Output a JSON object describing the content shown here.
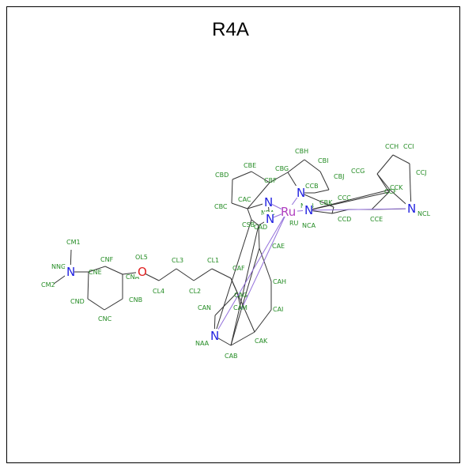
{
  "title": "R4A",
  "colors": {
    "bond": "#333333",
    "nitrogen": "#1f1fe0",
    "oxygen": "#e01f1f",
    "ruthenium": "#b040c0",
    "label": "#228b22",
    "coordination": "#9370db"
  },
  "atoms": [
    {
      "id": "CM1",
      "lbl": "CM1"
    },
    {
      "id": "NNG",
      "lbl": "NNG"
    },
    {
      "id": "CM2",
      "lbl": "CM2"
    },
    {
      "id": "NNGE",
      "el": "N"
    },
    {
      "id": "CNE",
      "lbl": "CNE"
    },
    {
      "id": "CNF",
      "lbl": "CNF"
    },
    {
      "id": "CNA",
      "lbl": "CNA"
    },
    {
      "id": "CNB",
      "lbl": "CNB"
    },
    {
      "id": "CNC",
      "lbl": "CNC"
    },
    {
      "id": "CND",
      "lbl": "CND"
    },
    {
      "id": "OL5",
      "lbl": "OL5",
      "el": "O"
    },
    {
      "id": "CL4",
      "lbl": "CL4"
    },
    {
      "id": "CL3",
      "lbl": "CL3"
    },
    {
      "id": "CL2",
      "lbl": "CL2"
    },
    {
      "id": "CL1",
      "lbl": "CL1"
    },
    {
      "id": "CAF",
      "lbl": "CAF"
    },
    {
      "id": "CAG",
      "lbl": "CAG"
    },
    {
      "id": "CAN",
      "lbl": "CAN"
    },
    {
      "id": "NAA",
      "lbl": "NAA",
      "el": "N"
    },
    {
      "id": "CAB",
      "lbl": "CAB"
    },
    {
      "id": "CAK",
      "lbl": "CAK"
    },
    {
      "id": "CAM",
      "lbl": "CAM"
    },
    {
      "id": "CAI",
      "lbl": "CAI"
    },
    {
      "id": "CAH",
      "lbl": "CAH"
    },
    {
      "id": "CAE",
      "lbl": "CAE"
    },
    {
      "id": "CAD",
      "lbl": "CAD"
    },
    {
      "id": "CSB",
      "lbl": "CSB"
    },
    {
      "id": "CAC",
      "lbl": "CAC"
    },
    {
      "id": "NBA",
      "lbl": "NBA",
      "el": "N"
    },
    {
      "id": "NAC",
      "el": "N"
    },
    {
      "id": "CBC",
      "lbl": "CBC"
    },
    {
      "id": "CBD",
      "lbl": "CBD"
    },
    {
      "id": "CBE",
      "lbl": "CBE"
    },
    {
      "id": "CBF",
      "lbl": "CBF"
    },
    {
      "id": "CBG",
      "lbl": "CBG"
    },
    {
      "id": "CBH",
      "lbl": "CBH"
    },
    {
      "id": "CBI",
      "lbl": "CBI"
    },
    {
      "id": "CBJ",
      "lbl": "CBJ"
    },
    {
      "id": "CCB",
      "lbl": "CCB"
    },
    {
      "id": "NBB",
      "lbl": "NBB",
      "el": "N"
    },
    {
      "id": "CCC",
      "lbl": "CCC"
    },
    {
      "id": "RU",
      "lbl": "RU",
      "el": "Ru"
    },
    {
      "id": "NCA",
      "lbl": "NCA",
      "el": "N"
    },
    {
      "id": "CBK",
      "lbl": "CBK"
    },
    {
      "id": "CCD",
      "lbl": "CCD"
    },
    {
      "id": "CCE",
      "lbl": "CCE"
    },
    {
      "id": "CCG",
      "lbl": "CCG"
    },
    {
      "id": "CCF",
      "lbl": "CCF"
    },
    {
      "id": "CCH",
      "lbl": "CCH"
    },
    {
      "id": "CCI",
      "lbl": "CCI"
    },
    {
      "id": "CCJ",
      "lbl": "CCJ"
    },
    {
      "id": "NCL",
      "lbl": "NCL",
      "el": "N"
    },
    {
      "id": "CCK",
      "lbl": "CCK"
    }
  ]
}
